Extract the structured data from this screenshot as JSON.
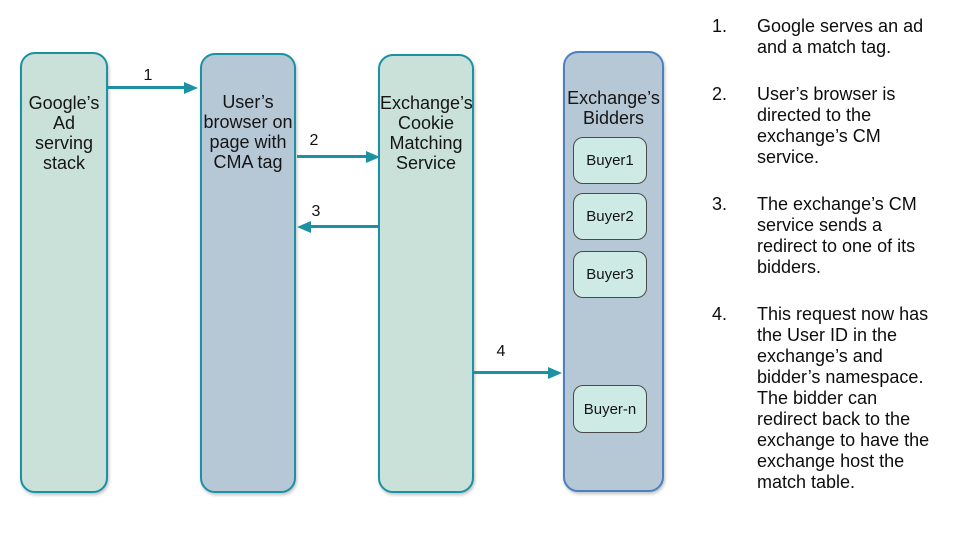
{
  "diagram": {
    "lanes": [
      {
        "id": "google-ad-serving-stack",
        "label": "Google’s\nAd serving\nstack"
      },
      {
        "id": "user-browser",
        "label": "User’s\nbrowser on\npage with\nCMA tag"
      },
      {
        "id": "exchange-cookie-matching-service",
        "label": "Exchange’s\nCookie\nMatching\nService"
      },
      {
        "id": "exchange-bidders",
        "label": "Exchange’s\nBidders",
        "buyers": [
          "Buyer1",
          "Buyer2",
          "Buyer3",
          "Buyer-n"
        ]
      }
    ],
    "arrows": [
      {
        "label": "1",
        "from": "google-ad-serving-stack",
        "to": "user-browser"
      },
      {
        "label": "2",
        "from": "user-browser",
        "to": "exchange-cookie-matching-service"
      },
      {
        "label": "3",
        "from": "exchange-cookie-matching-service",
        "to": "user-browser"
      },
      {
        "label": "4",
        "from": "exchange-cookie-matching-service",
        "to": "exchange-bidders"
      }
    ]
  },
  "steps": [
    {
      "num": "1.",
      "text": "Google serves an ad\nand a match tag."
    },
    {
      "num": "2.",
      "text": "User’s browser is\ndirected to the\nexchange’s CM\nservice."
    },
    {
      "num": "3.",
      "text": "The exchange’s CM\nservice sends a\nredirect to one of its\nbidders."
    },
    {
      "num": "4.",
      "text": "This request now has\nthe User ID in the\nexchange’s and\nbidder’s namespace.\nThe bidder can\nredirect back to the\nexchange to have the\nexchange host the\nmatch table."
    }
  ],
  "colors": {
    "teal_border_arrow": "#1b91a3",
    "green_fill": "#c9e1d8",
    "blue_fill": "#b6c7d6",
    "bidders_border": "#4b80c2",
    "buyer_fill": "#cdeae4",
    "buyer_border": "#4a4a4a",
    "text": "#111111",
    "background": "#ffffff"
  }
}
